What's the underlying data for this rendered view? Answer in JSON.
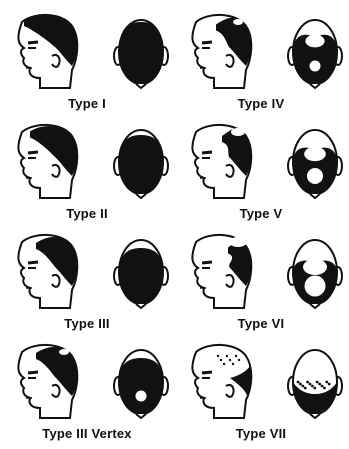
{
  "stages": [
    {
      "label": "Type I",
      "recession": 0,
      "crown": 0,
      "bald": false
    },
    {
      "label": "Type II",
      "recession": 1,
      "crown": 0,
      "bald": false
    },
    {
      "label": "Type III",
      "recession": 2,
      "crown": 0,
      "bald": false
    },
    {
      "label": "Type III Vertex",
      "recession": 2,
      "crown": 1,
      "bald": false
    },
    {
      "label": "Type IV",
      "recession": 3,
      "crown": 1,
      "bald": false
    },
    {
      "label": "Type V",
      "recession": 4,
      "crown": 2,
      "bald": false
    },
    {
      "label": "Type VI",
      "recession": 5,
      "crown": 3,
      "bald": false
    },
    {
      "label": "Type VII",
      "recession": 6,
      "crown": 4,
      "bald": true
    }
  ],
  "colors": {
    "hair": "#111111",
    "skin": "#ffffff",
    "line": "#111111"
  }
}
